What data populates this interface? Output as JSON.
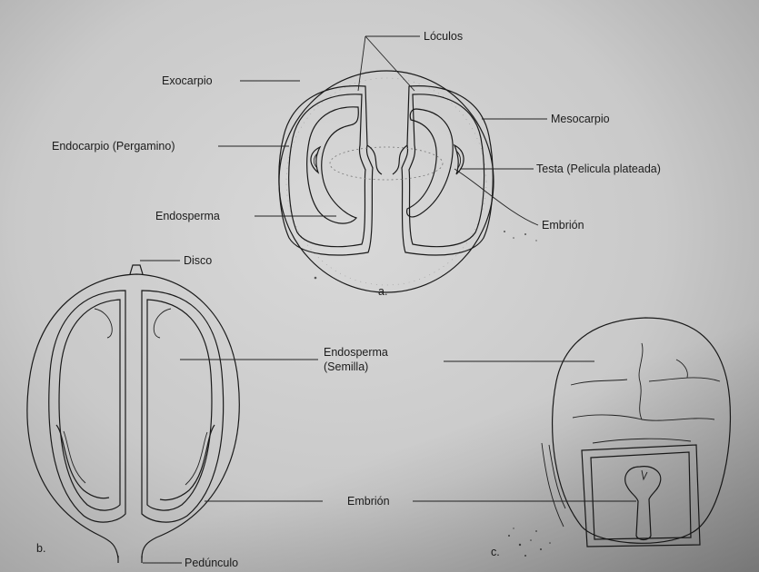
{
  "figure_a": {
    "labels": {
      "loculos": "Lóculos",
      "exocarpio": "Exocarpio",
      "mesocarpio": "Mesocarpio",
      "endocarpio": "Endocarpio (Pergamino)",
      "testa": "Testa (Pelicula plateada)",
      "endosperma": "Endosperma",
      "embrion": "Embrión"
    },
    "panel_letter": "a."
  },
  "figure_b": {
    "labels": {
      "disco": "Disco",
      "pedunculo": "Pedúnculo"
    },
    "panel_letter": "b."
  },
  "shared": {
    "endosperma_semilla_line1": "Endosperma",
    "endosperma_semilla_line2": "(Semilla)",
    "embrion": "Embrión"
  },
  "figure_c": {
    "panel_letter": "c."
  },
  "colors": {
    "paper": "#d2d2d2",
    "ink": "#1a1a1a",
    "border": "#2a2a2a"
  }
}
